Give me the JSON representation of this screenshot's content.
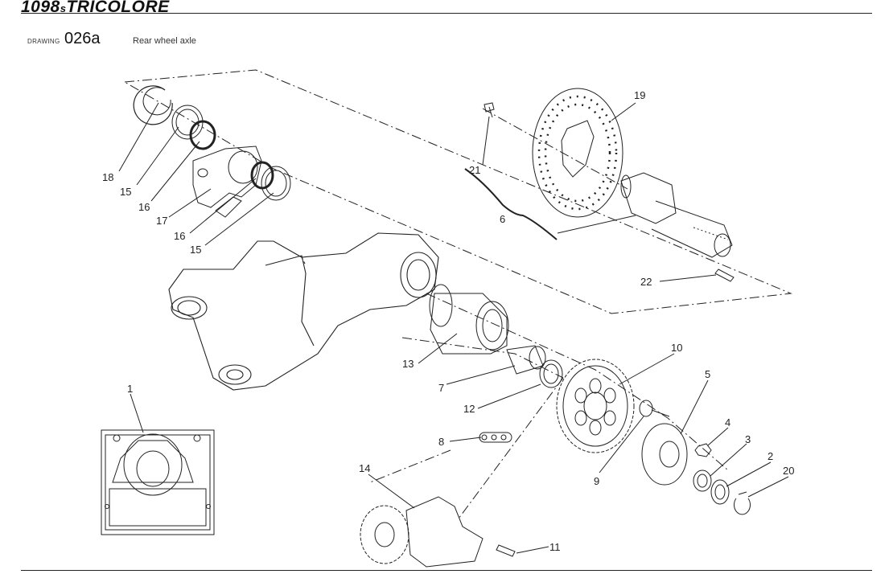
{
  "header": {
    "brand_main": "1098",
    "brand_small": "s",
    "brand_rest": "TRICOLORE",
    "drawing_label": "DRAWING",
    "drawing_number": "026a",
    "drawing_title": "Rear wheel axle"
  },
  "callouts": {
    "c1": "1",
    "c2": "2",
    "c3": "3",
    "c4": "4",
    "c5": "5",
    "c6": "6",
    "c7": "7",
    "c8": "8",
    "c9": "9",
    "c10": "10",
    "c11": "11",
    "c12": "12",
    "c13": "13",
    "c14": "14",
    "c15a": "15",
    "c15b": "15",
    "c16a": "16",
    "c16b": "16",
    "c17": "17",
    "c18": "18",
    "c19": "19",
    "c20": "20",
    "c21": "21",
    "c22": "22"
  }
}
